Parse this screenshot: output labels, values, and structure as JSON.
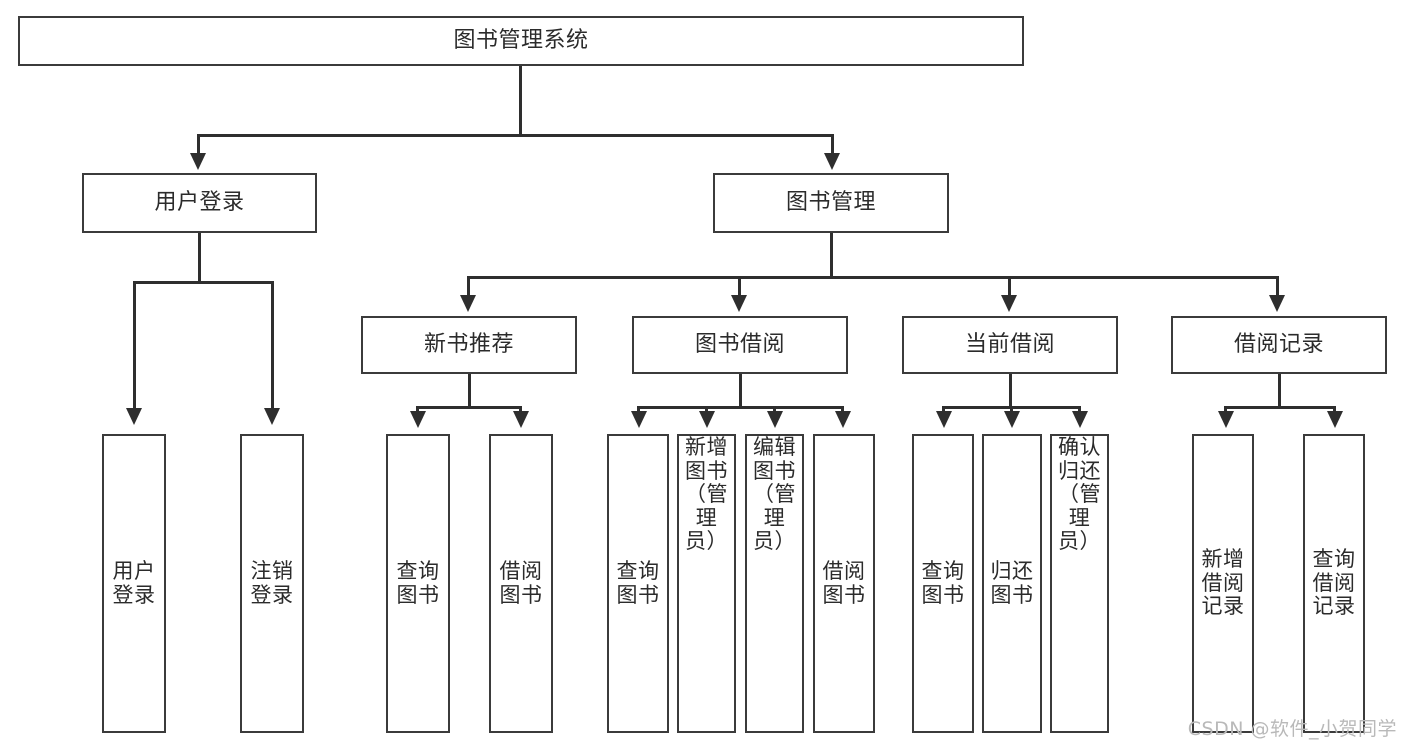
{
  "diagram": {
    "title": "图书管理系统",
    "type": "tree-hierarchy-diagram",
    "watermark": "CSDN @软件_小贺同学",
    "colors": {
      "background": "#ffffff",
      "border": "#3b3b3b",
      "connector": "#2e2e2e",
      "text": "#2b2b2b",
      "watermark": "#b9b9b9"
    },
    "root": {
      "label": "图书管理系统"
    },
    "level2": [
      {
        "label": "用户登录"
      },
      {
        "label": "图书管理"
      }
    ],
    "level3": [
      {
        "label": "新书推荐"
      },
      {
        "label": "图书借阅"
      },
      {
        "label": "当前借阅"
      },
      {
        "label": "借阅记录"
      }
    ],
    "leaves": [
      {
        "label": "用户登录",
        "parent": "用户登录"
      },
      {
        "label": "注销登录",
        "parent": "用户登录"
      },
      {
        "label": "查询图书",
        "parent": "新书推荐"
      },
      {
        "label": "借阅图书",
        "parent": "新书推荐"
      },
      {
        "label": "查询图书",
        "parent": "图书借阅"
      },
      {
        "label": "新增图书（管理员）",
        "parent": "图书借阅"
      },
      {
        "label": "编辑图书（管理员）",
        "parent": "图书借阅"
      },
      {
        "label": "借阅图书",
        "parent": "图书借阅"
      },
      {
        "label": "查询图书",
        "parent": "当前借阅"
      },
      {
        "label": "归还图书",
        "parent": "当前借阅"
      },
      {
        "label": "确认归还（管理员）",
        "parent": "当前借阅"
      },
      {
        "label": "新增借阅记录",
        "parent": "借阅记录"
      },
      {
        "label": "查询借阅记录",
        "parent": "借阅记录"
      }
    ]
  }
}
